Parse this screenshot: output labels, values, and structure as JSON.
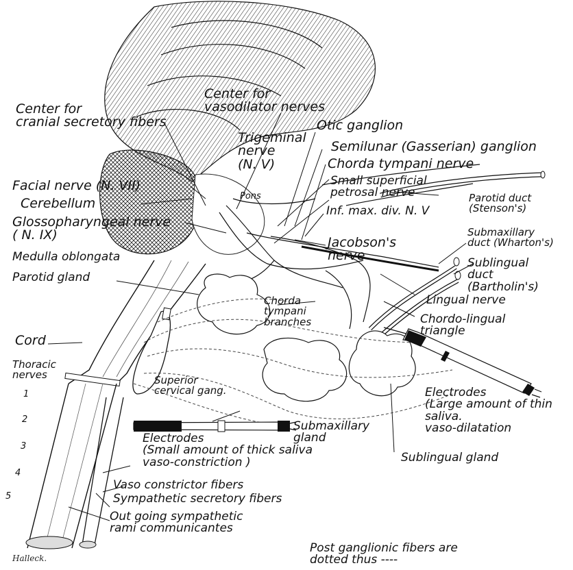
{
  "labels": {
    "center_vasodilator": "Center for\nvasodilator nerves",
    "center_cranial": "Center for\ncranial secretory fibers",
    "otic_ganglion": "Otic ganglion",
    "trigeminal": "Trigeminal\nnerve\n(N. V)",
    "semilunar": "Semilunar (Gasserian) ganglion",
    "chorda_tympani": "Chorda tympani nerve",
    "small_superficial": "Small superficial\npetrosal nerve",
    "facial": "Facial nerve (N. VII)",
    "cerebellum": "Cerebellum",
    "pons": "Pons",
    "inf_max": "Inf. max. div. N. V",
    "parotid_duct": "Parotid duct\n(Stenson's)",
    "glosso": "Glossopharyngeal nerve\n( N. IX)",
    "jacobson": "Jacobson's\nnerve",
    "submax_duct": "Submaxillary\nduct (Wharton's)",
    "medulla": "Medulla oblongata",
    "sublingual_duct": "Sublingual\nduct\n(Bartholin's)",
    "parotid_gland": "Parotid gland",
    "chorda_branches": "Chorda\ntympani\nbranches",
    "lingual": "Lingual nerve",
    "chordo_lingual": "Chordo-lingual\ntriangle",
    "cord": "Cord",
    "thoracic": "Thoracic\nnerves",
    "n1": "1",
    "n2": "2",
    "n3": "3",
    "n4": "4",
    "n5": "5",
    "superior_cervical": "Superior\ncervical gang.",
    "electrodes_right": "Electrodes\n(Large amount of thin\nsaliva.\nvaso-dilatation",
    "electrodes_left": "Electrodes\n(Small amount of thick saliva\nvaso-constriction )",
    "submax_gland": "Submaxillary\ngland",
    "sublingual_gland": "Sublingual gland",
    "vaso_constrictor": "Vaso constrictor fibers",
    "sympathetic_secretory": "Sympathetic secretory fibers",
    "outgoing": "Out going sympathetic\nrami communicantes",
    "post_ganglionic": "Post ganglionic fibers are\ndotted thus ----",
    "signature": "Halleck."
  },
  "colors": {
    "ink": "#111111",
    "paper": "#ffffff"
  }
}
